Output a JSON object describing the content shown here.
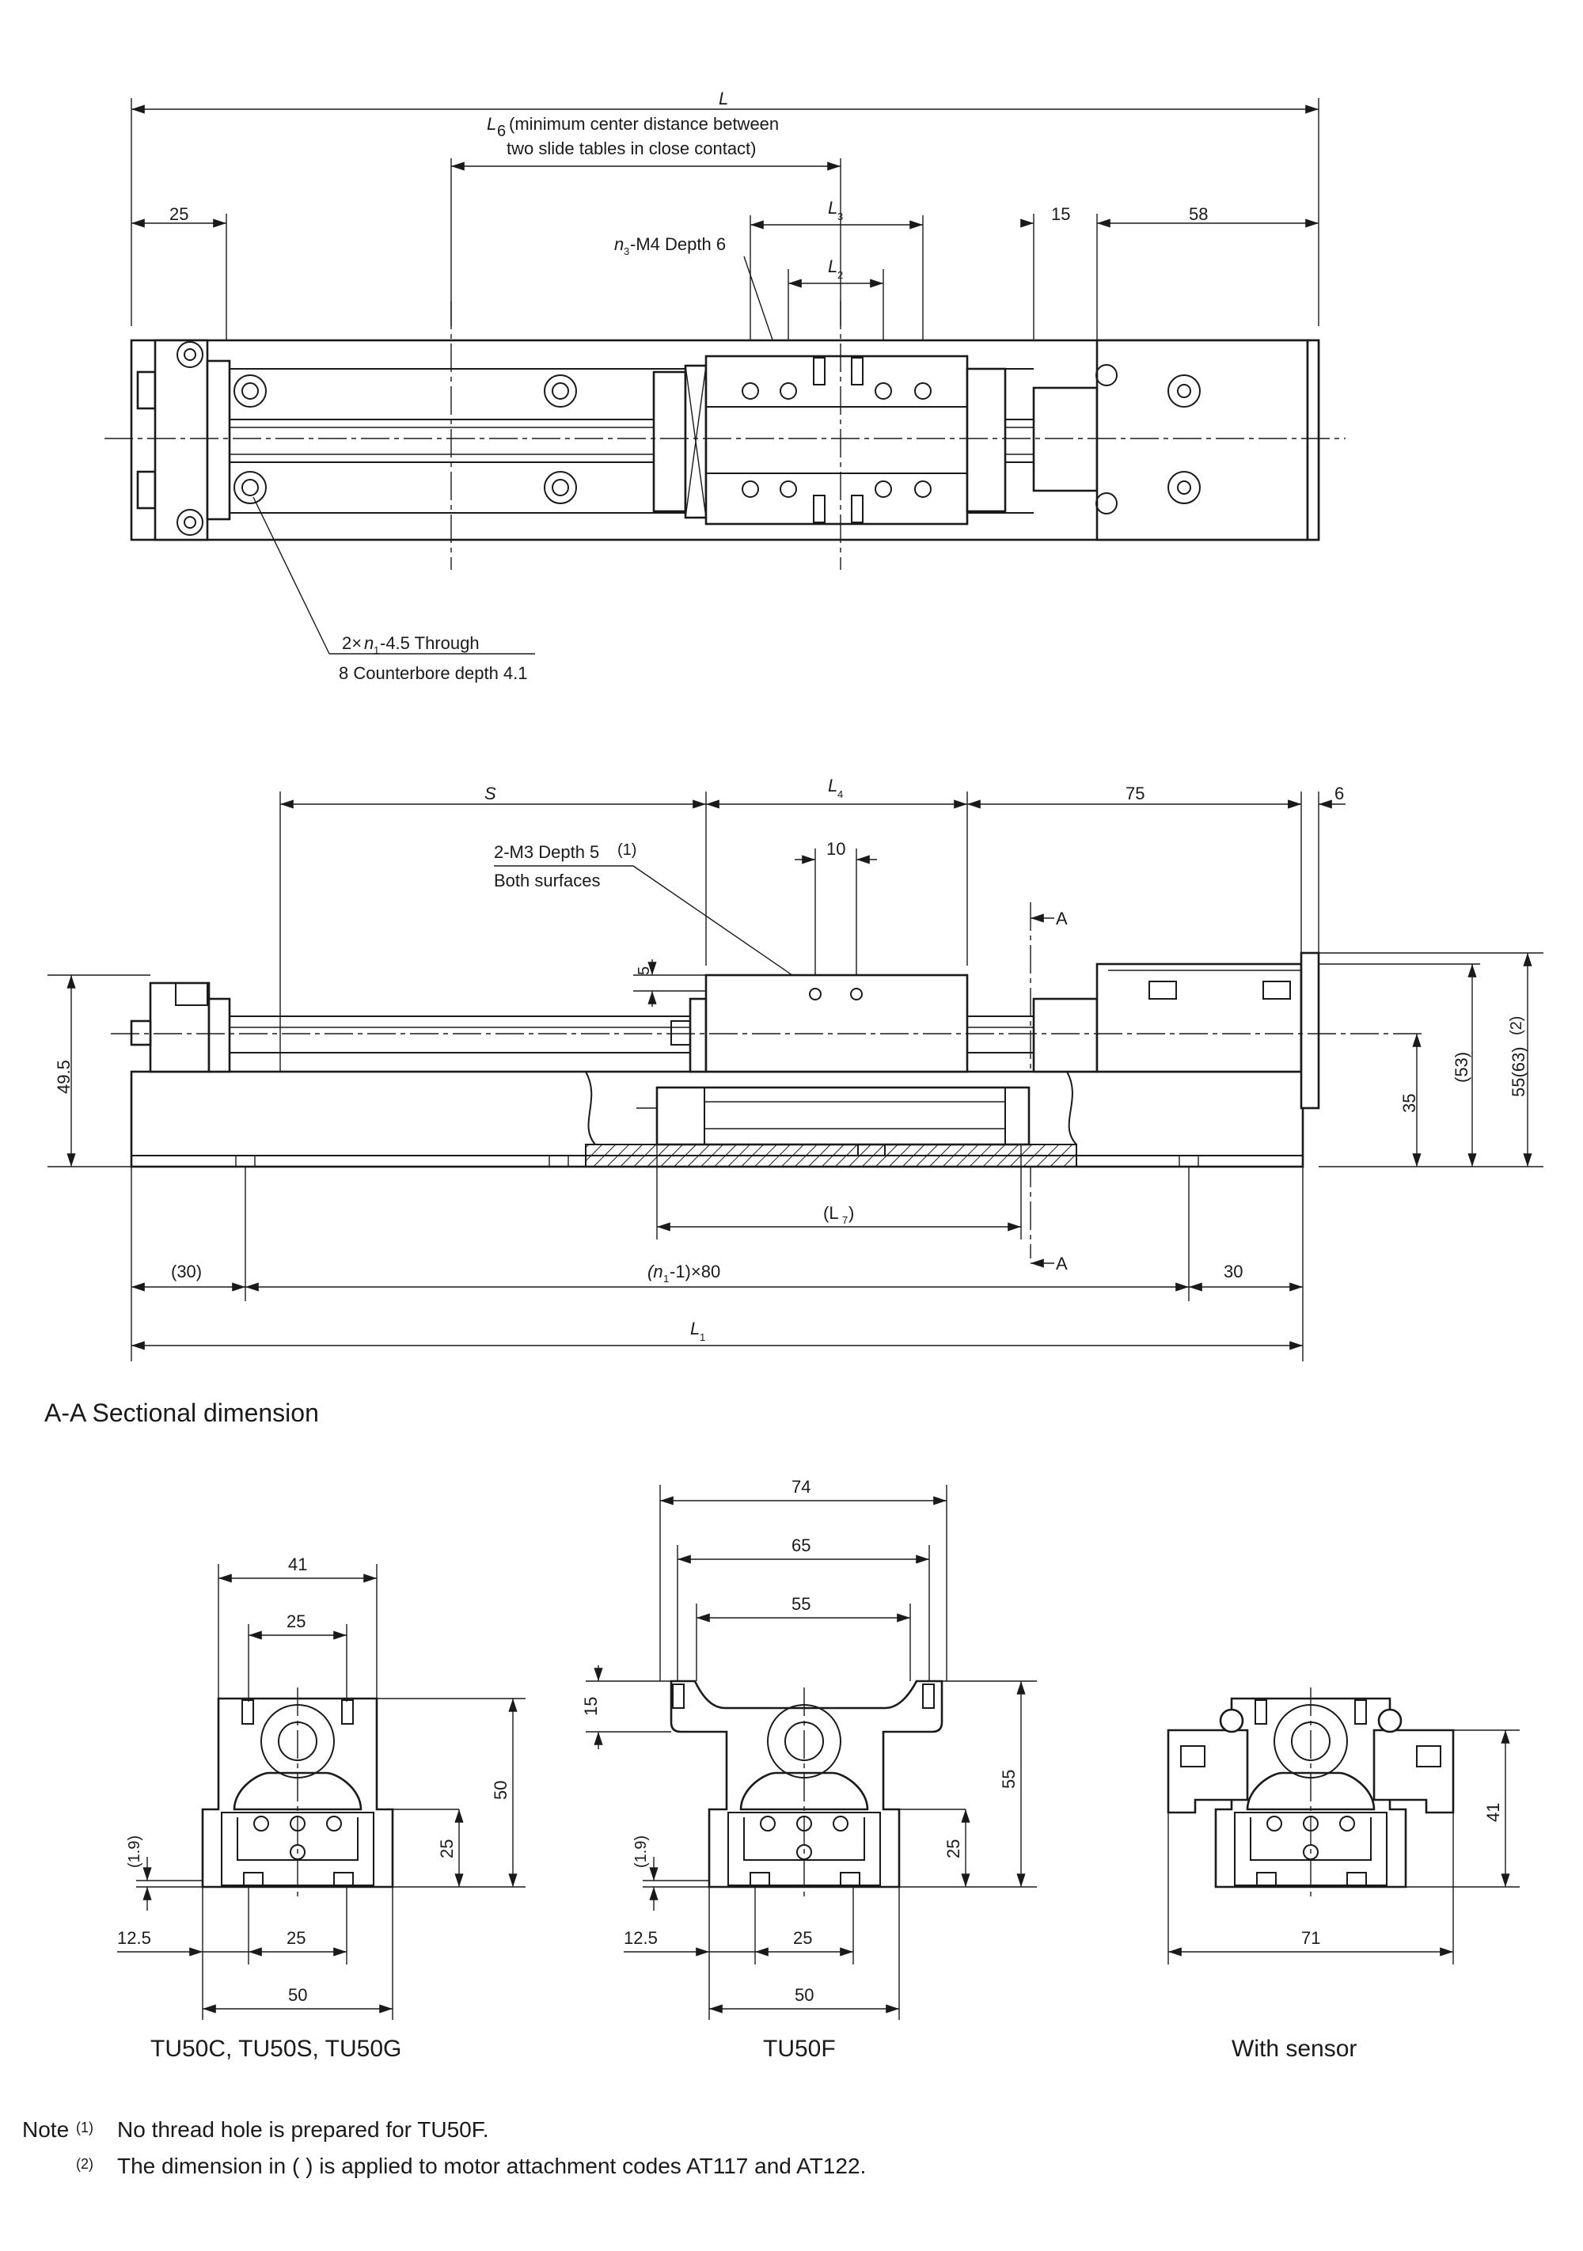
{
  "top_view": {
    "dim_L": "L",
    "dim_L6": "L",
    "dim_L6_sub": "6",
    "L6_note_line1": "(minimum center distance between",
    "L6_note_line2": "two slide tables in close contact)",
    "dim_25": "25",
    "dim_L3": "L",
    "dim_L3_sub": "3",
    "dim_L2": "L",
    "dim_L2_sub": "2",
    "dim_15": "15",
    "dim_58": "58",
    "label_n3_prefix": "n",
    "label_n3_sub": "3",
    "label_n3_rest": "-M4 Depth 6",
    "label_hole_line1_pre": "2×",
    "label_hole_n": "n",
    "label_hole_n_sub": "1",
    "label_hole_line1_post": "-4.5 Through",
    "label_hole_line2": "8 Counterbore depth 4.1"
  },
  "side_view": {
    "dim_S": "S",
    "dim_L4": "L",
    "dim_L4_sub": "4",
    "dim_75": "75",
    "dim_6": "6",
    "label_m3_line1": "2-M3 Depth 5",
    "label_m3_ref": "(1)",
    "label_m3_line2": "Both surfaces",
    "dim_10": "10",
    "section_A_top": "A",
    "section_A_bottom": "A",
    "dim_5": "5",
    "dim_49_5": "49.5",
    "dim_35": "35",
    "dim_53": "(53)",
    "dim_55": "55(63)",
    "dim_55_ref": "(2)",
    "dim_L7": "(L",
    "dim_L7_sub": "7",
    "dim_L7_close": ")",
    "dim_30_left": "(30)",
    "dim_n1_pitch_pre": "(n",
    "dim_n1_pitch_sub": "1",
    "dim_n1_pitch_post": "-1)×80",
    "dim_30_right": "30",
    "dim_L1": "L",
    "dim_L1_sub": "1"
  },
  "section": {
    "title": "A-A Sectional dimension",
    "c_dims": {
      "d41": "41",
      "d25_top": "25",
      "d50_h": "50",
      "d25_h": "25",
      "d1_9": "(1.9)",
      "d12_5": "12.5",
      "d25_bot": "25",
      "d50_bot": "50"
    },
    "c_caption": "TU50C, TU50S, TU50G",
    "f_dims": {
      "d74": "74",
      "d65": "65",
      "d55_top": "55",
      "d15": "15",
      "d55_h": "55",
      "d25_h": "25",
      "d1_9": "(1.9)",
      "d12_5": "12.5",
      "d25_bot": "25",
      "d50_bot": "50"
    },
    "f_caption": "TU50F",
    "s_dims": {
      "d41_h": "41",
      "d71": "71"
    },
    "s_caption": "With sensor"
  },
  "notes": {
    "prefix": "Note",
    "n1_ref": "(1)",
    "n1_text": "No thread hole is prepared for TU50F.",
    "n2_ref": "(2)",
    "n2_text": "The dimension in (    ) is applied to motor attachment codes AT117 and AT122."
  }
}
